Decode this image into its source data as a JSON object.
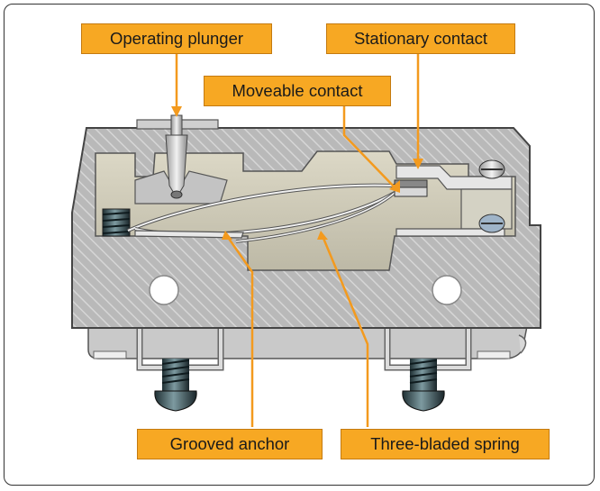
{
  "labels": {
    "operating_plunger": "Operating plunger",
    "stationary_contact": "Stationary contact",
    "moveable_contact": "Moveable contact",
    "grooved_anchor": "Grooved anchor",
    "three_bladed_spring": "Three-bladed spring"
  },
  "colors": {
    "callout_fill": "#f7a823",
    "leader_line": "#f39a1e",
    "housing": "#b8b8b8",
    "cavity": "#cfcbb8"
  }
}
